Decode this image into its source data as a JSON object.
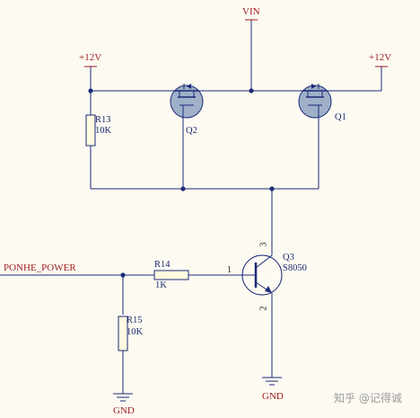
{
  "labels": {
    "vin": "VIN",
    "v12_left": "+12V",
    "v12_right": "+12V",
    "gnd_q3": "GND",
    "gnd_r15": "GND",
    "net_ponhe": "PONHE_POWER",
    "r13_ref": "R13",
    "r13_val": "10K",
    "r14_ref": "R14",
    "r14_val": "1K",
    "r15_ref": "R15",
    "r15_val": "10K",
    "q1_ref": "Q1",
    "q2_ref": "Q2",
    "q3_ref": "Q3",
    "q3_val": "S8050",
    "pin1": "1",
    "pin2": "2",
    "pin3": "3"
  },
  "watermark": "知乎 @记得诚",
  "colors": {
    "background": "#fdfaf2",
    "wire": "#1b2a78",
    "power_label": "#9b1b1b",
    "component_label": "#1a2a6c",
    "mosfet_fill": "#9fb0c8",
    "resistor_fill": "#fffbe0"
  }
}
